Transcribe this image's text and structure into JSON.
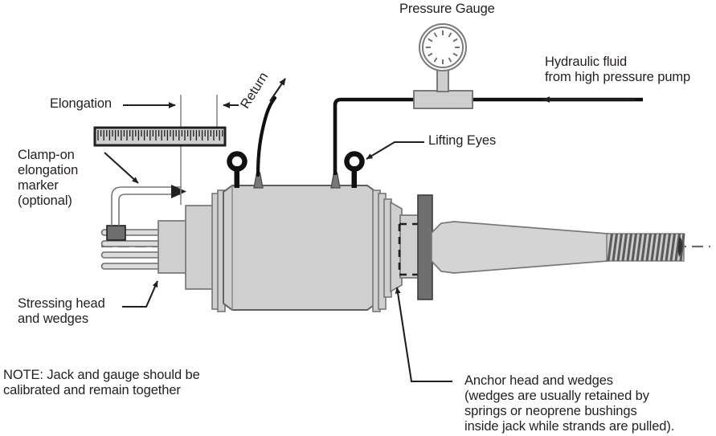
{
  "figure": {
    "type": "technical-diagram",
    "subject": "Post-tensioning hydraulic stressing jack assembly",
    "background_color": "#ffffff",
    "line_color": "#231f20",
    "body_fill": "#cfcfcf",
    "body_fill_light": "#d9d9d9",
    "dark_fill": "#6e6e6e",
    "mid_fill": "#a8a8a8"
  },
  "labels": {
    "elongation": "Elongation",
    "return": "Return",
    "pressure_gauge": "Pressure Gauge",
    "hydraulic_fluid_line1": "Hydraulic fluid",
    "hydraulic_fluid_line2": "from high pressure pump",
    "lifting_eyes": "Lifting Eyes",
    "clamp_marker_line1": "Clamp-on",
    "clamp_marker_line2": "elongation",
    "clamp_marker_line3": "marker",
    "clamp_marker_line4": "(optional)",
    "stressing_head_line1": "Stressing head",
    "stressing_head_line2": "and wedges",
    "note_line1": "NOTE: Jack and gauge should be",
    "note_line2": "calibrated and remain together",
    "anchor_head_line1": "Anchor head and wedges",
    "anchor_head_line2": "(wedges are usually retained by",
    "anchor_head_line3": "springs or neoprene bushings",
    "anchor_head_line4": "inside jack while strands are pulled)."
  },
  "components": {
    "ruler": {
      "name": "measuring-scale",
      "tick_count": 44
    },
    "gauge": {
      "name": "pressure-gauge-dial",
      "tick_count": 12,
      "needle": false
    },
    "lifting_eyes_count": 2,
    "hose_ports_count": 2,
    "strands_count": 4,
    "threaded_rod_coils": 16
  }
}
